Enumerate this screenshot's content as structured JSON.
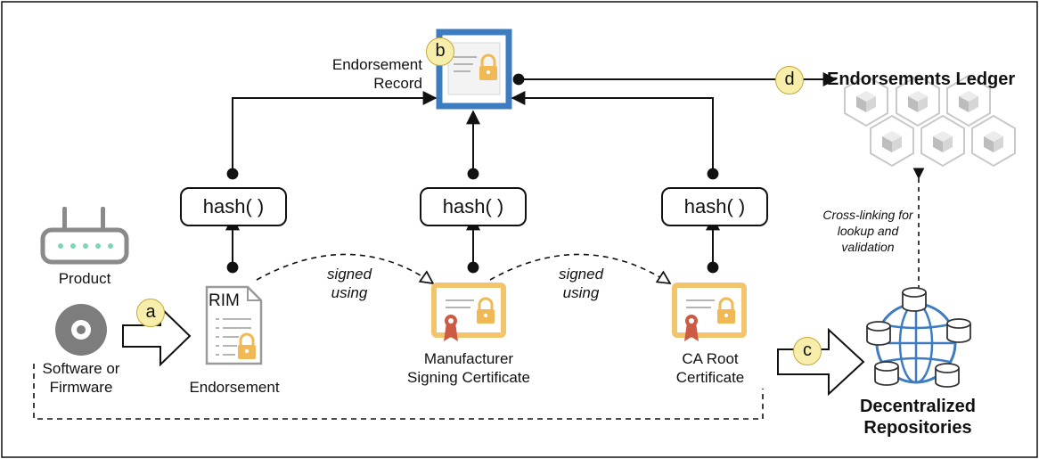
{
  "labels": {
    "endorsement_record": "Endorsement Record",
    "endorsements_ledger": "Endorsements Ledger",
    "product": "Product",
    "software_or_firmware": "Software or Firmware",
    "rim": "RIM",
    "endorsement": "Endorsement",
    "manufacturer_signing_certificate": "Manufacturer Signing Certificate",
    "ca_root_certificate": "CA Root Certificate",
    "decentralized_repositories": "Decentralized Repositories",
    "signed_using_1": "signed using",
    "signed_using_2": "signed using",
    "cross_linking": "Cross-linking for lookup and validation"
  },
  "hash_boxes": [
    "hash( )",
    "hash( )",
    "hash( )"
  ],
  "badges": {
    "a": "a",
    "b": "b",
    "c": "c",
    "d": "d"
  },
  "colors": {
    "record_border": "#3d7cc0",
    "certificate": "#f2c46b",
    "padlock": "#f0b956",
    "badge_fill": "#f6eeaa",
    "ribbon": "#cc5a45",
    "globe": "#3d7cc0",
    "device": "#8a8a8a",
    "led": "#7fd6b4"
  },
  "icons": [
    "padlock-icon",
    "certificate-icon",
    "router-icon",
    "disc-icon",
    "document-icon",
    "cube-icon",
    "globe-icon",
    "database-icon"
  ]
}
